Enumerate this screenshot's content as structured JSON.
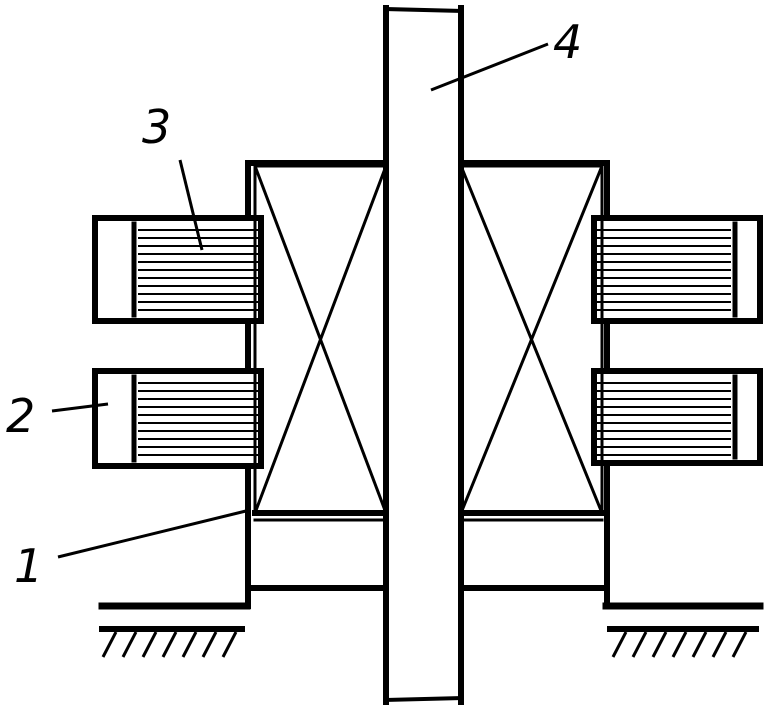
{
  "callouts": {
    "c1": "1",
    "c2": "2",
    "c3": "3",
    "c4": "4"
  },
  "colors": {
    "ink": "#000000",
    "background": "#ffffff"
  }
}
